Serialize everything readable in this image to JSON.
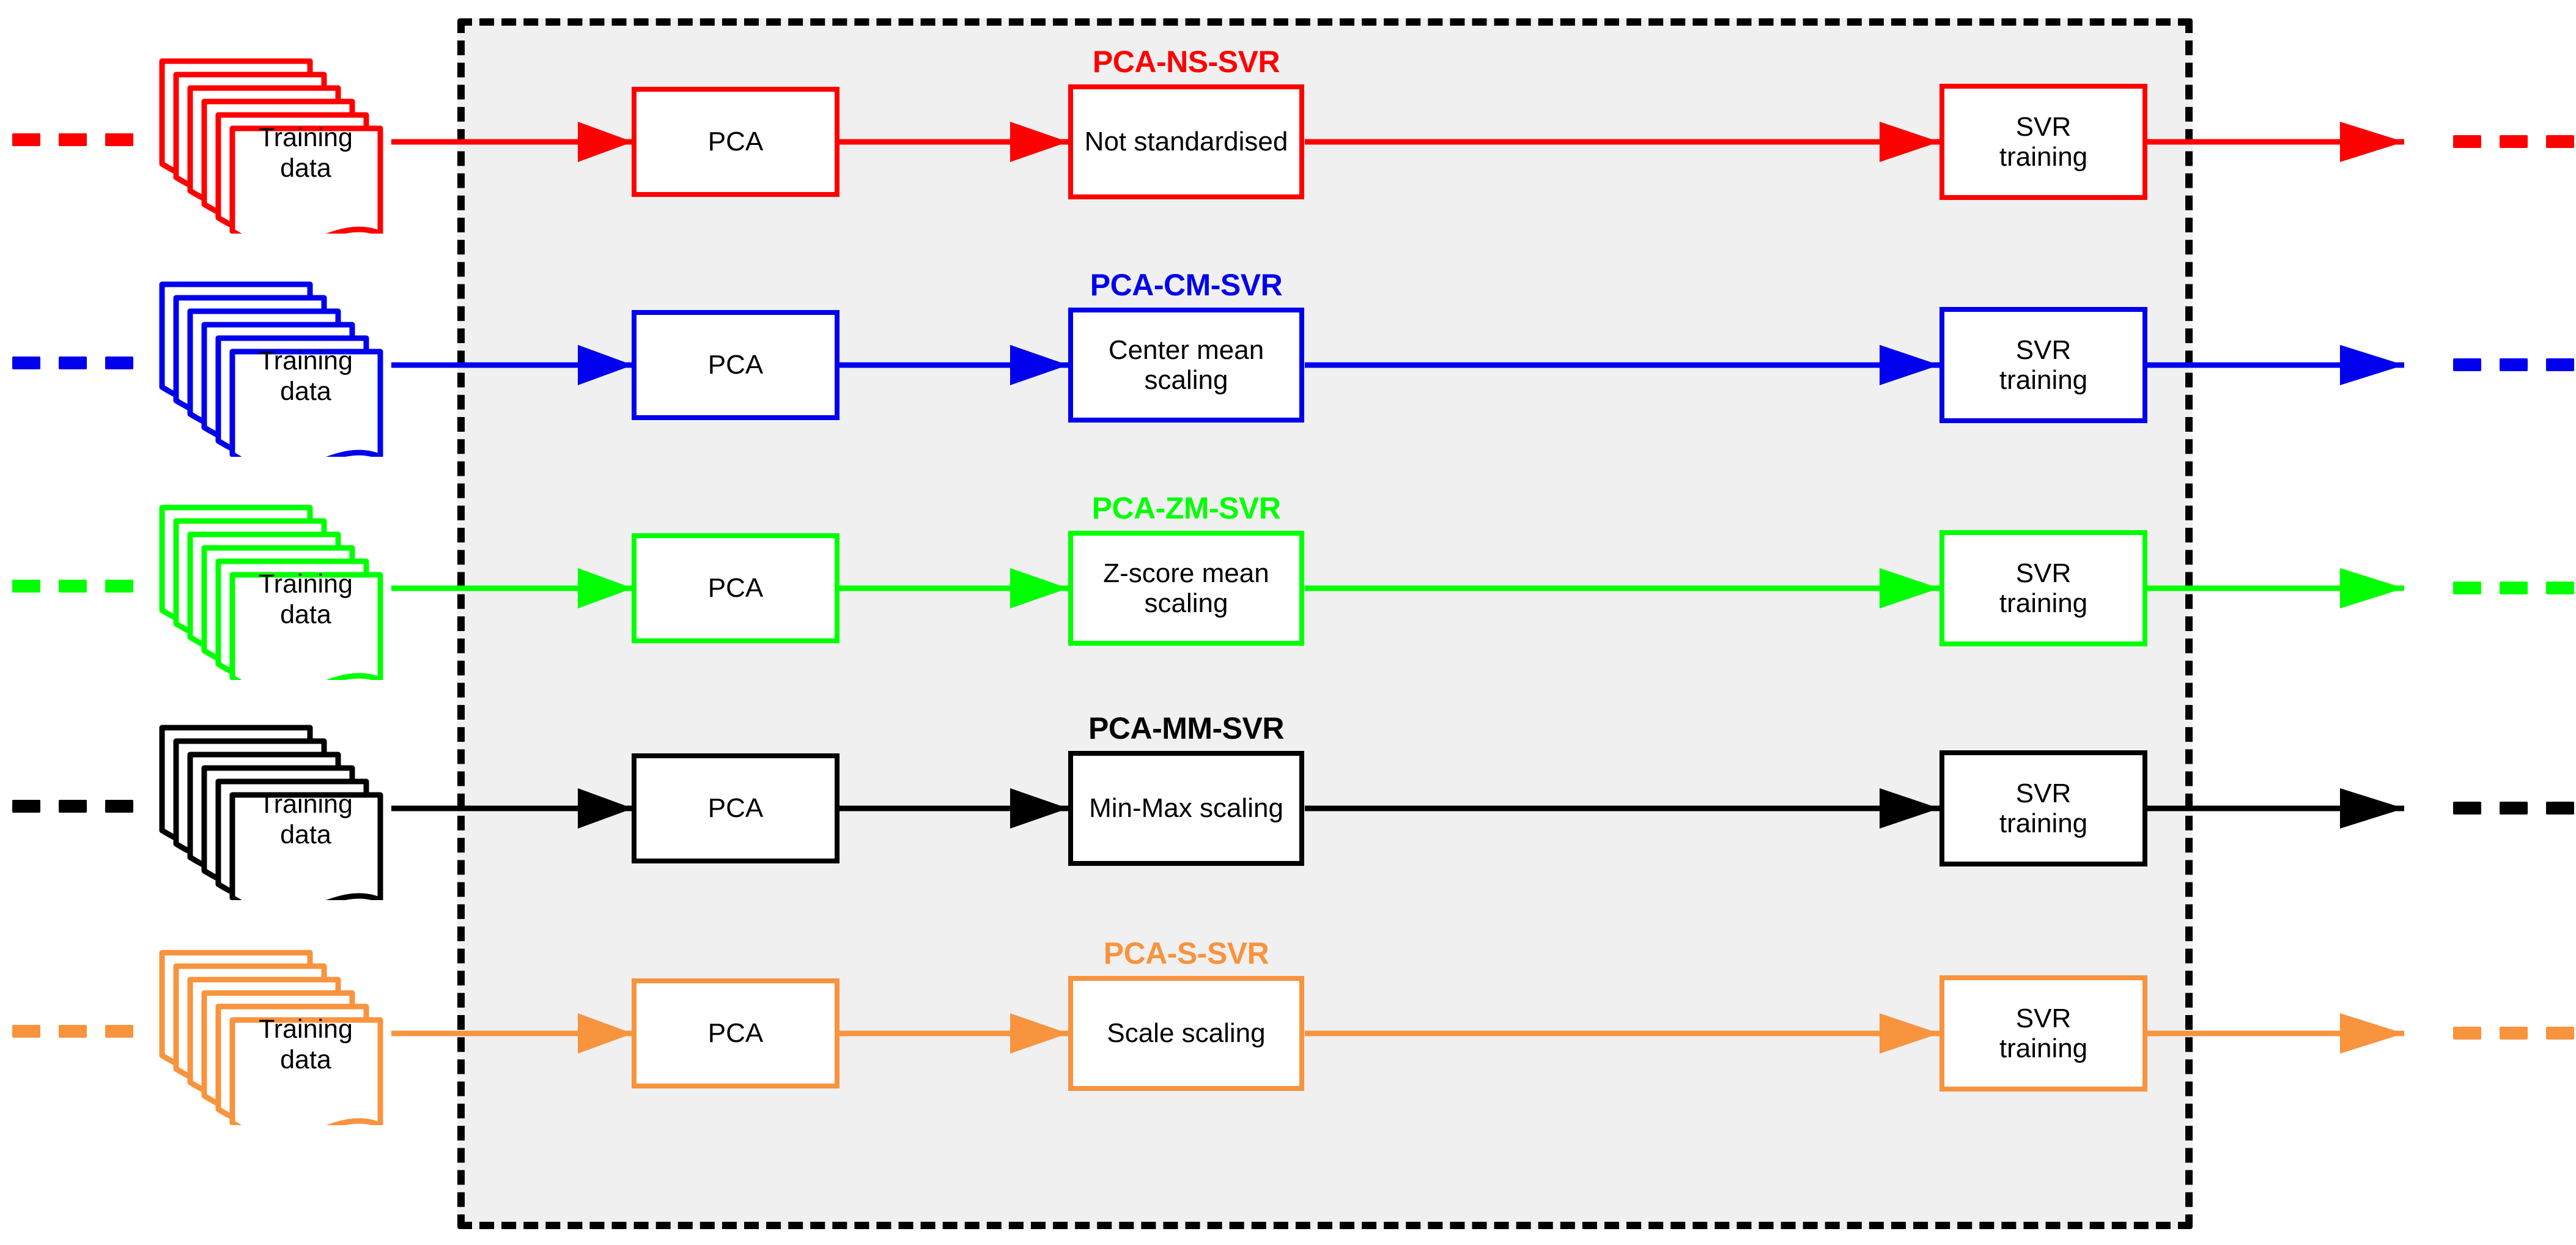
{
  "diagram": {
    "title": "PCA scaling-variant SVR training pipelines",
    "panel_background": "#f0f0f0",
    "panel_border_color": "#000000",
    "ellipsis_symbol": "...",
    "rows": [
      {
        "id": "pca-ns-svr",
        "title": "PCA-NS-SVR",
        "color": "#ff0000",
        "source_label": "Training\ndata",
        "source_line1": "Training",
        "source_line2": "data",
        "stage1": "PCA",
        "stage2": "Not standardised",
        "stage3_line1": "SVR",
        "stage3_line2": "training"
      },
      {
        "id": "pca-cm-svr",
        "title": "PCA-CM-SVR",
        "color": "#0000ee",
        "source_label": "Training\ndata",
        "source_line1": "Training",
        "source_line2": "data",
        "stage1": "PCA",
        "stage2": "Center mean scaling",
        "stage3_line1": "SVR",
        "stage3_line2": "training"
      },
      {
        "id": "pca-zm-svr",
        "title": "PCA-ZM-SVR",
        "color": "#00ff00",
        "source_label": "Training\ndata",
        "source_line1": "Training",
        "source_line2": "data",
        "stage1": "PCA",
        "stage2": "Z-score mean scaling",
        "stage3_line1": "SVR",
        "stage3_line2": "training"
      },
      {
        "id": "pca-mm-svr",
        "title": "PCA-MM-SVR",
        "color": "#000000",
        "source_label": "Training\ndata",
        "source_line1": "Training",
        "source_line2": "data",
        "stage1": "PCA",
        "stage2": "Min-Max scaling",
        "stage3_line1": "SVR",
        "stage3_line2": "training"
      },
      {
        "id": "pca-s-svr",
        "title": "PCA-S-SVR",
        "color": "#f8933e",
        "source_label": "Training\ndata",
        "source_line1": "Training",
        "source_line2": "data",
        "stage1": "PCA",
        "stage2": "Scale scaling",
        "stage3_line1": "SVR",
        "stage3_line2": "training"
      }
    ]
  }
}
